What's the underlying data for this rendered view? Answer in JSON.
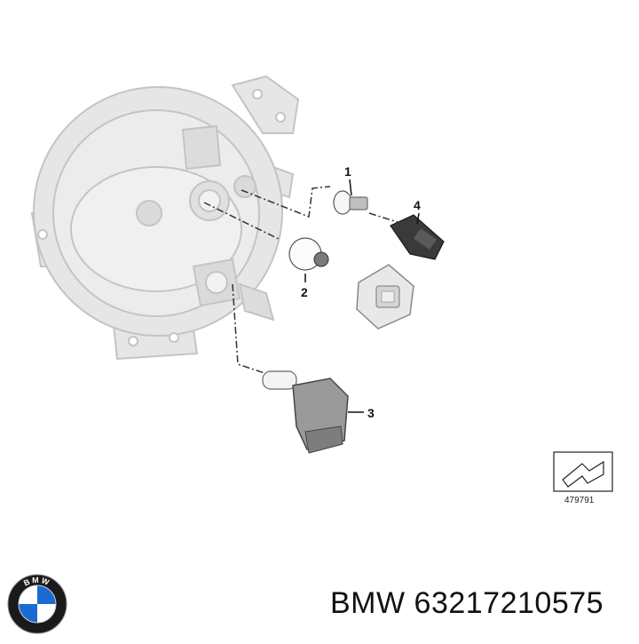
{
  "diagram": {
    "callouts": [
      {
        "id": "1",
        "label": "1"
      },
      {
        "id": "2",
        "label": "2"
      },
      {
        "id": "3",
        "label": "3"
      },
      {
        "id": "4",
        "label": "4"
      }
    ],
    "reference_number": "479791"
  },
  "logo": {
    "text": "BMW",
    "colors": {
      "blue": "#1c69d4",
      "ring": "#1a1a1a",
      "white": "#ffffff"
    }
  },
  "caption": {
    "brand": "BMW",
    "part_number": "63217210575"
  },
  "colors": {
    "housing_fill": "#e6e6e6",
    "housing_stroke": "#c4c4c4",
    "part_fill": "#9a9a9a",
    "part_dark": "#3a3a3a",
    "leader": "#333333"
  }
}
